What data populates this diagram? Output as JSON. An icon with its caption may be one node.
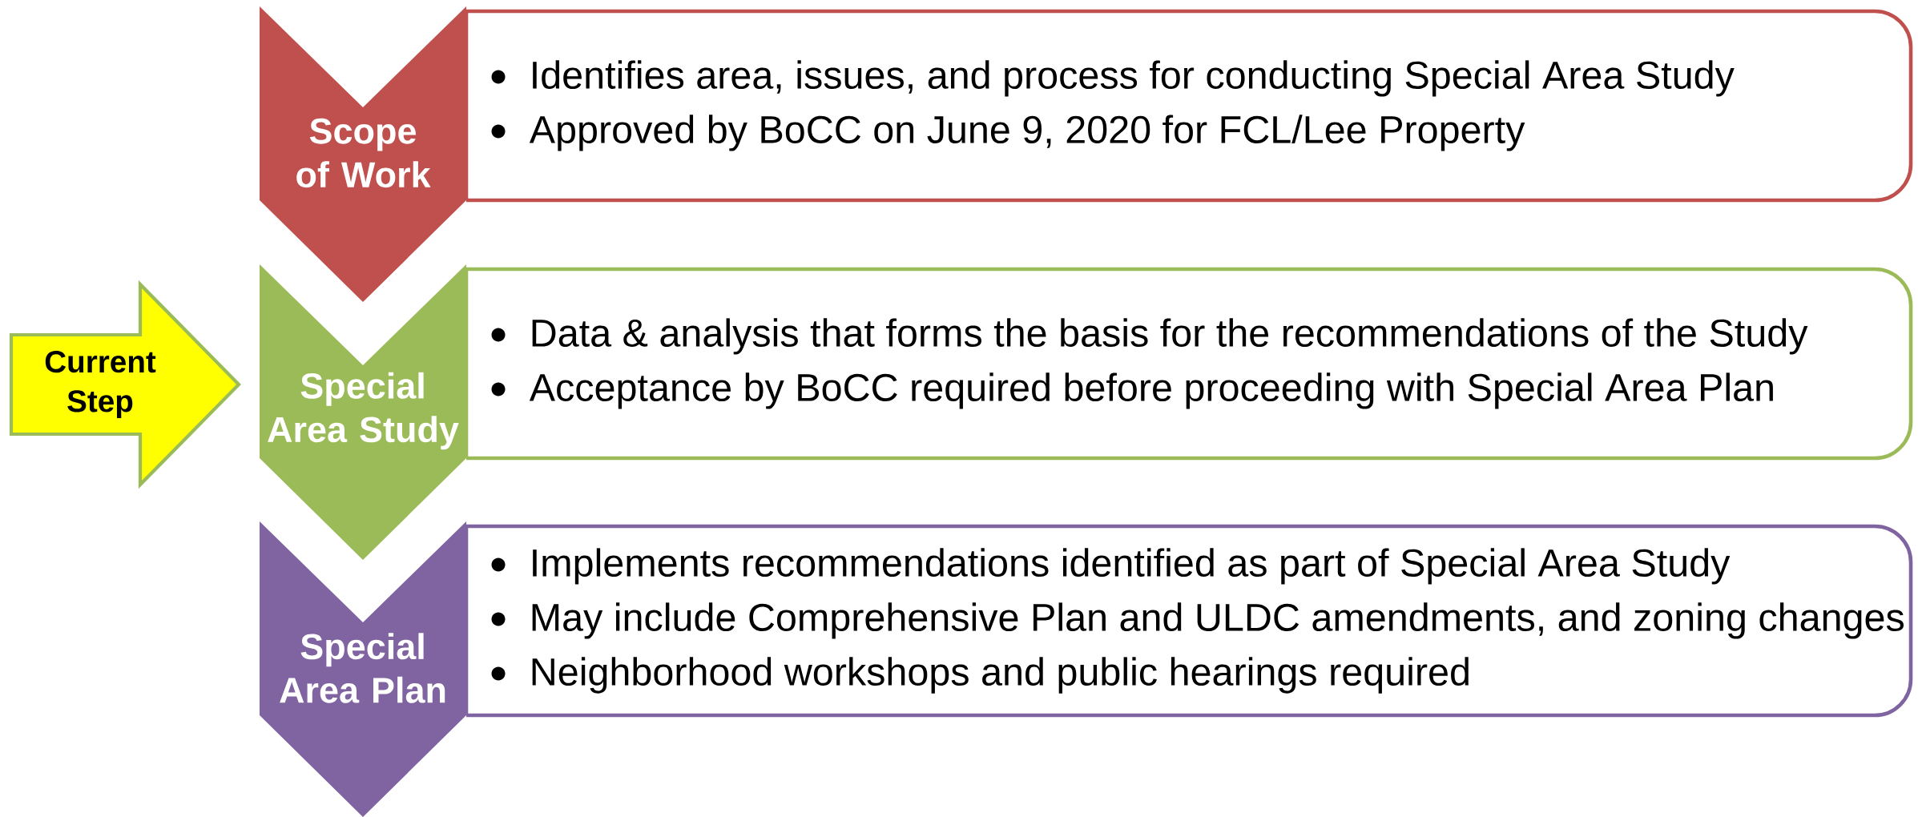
{
  "diagram": {
    "nodes": [
      {
        "text": [
          "Scope of Work"
        ]
      },
      {
        "text": [
          "Identifies area, issues, and process for conducting Special Area Study",
          "Approved by BoCC on June 9, 2020 for FCL/Lee Property"
        ]
      },
      {
        "text": [
          "Current Step"
        ]
      },
      {
        "text": [
          "Special Area Study"
        ]
      },
      {
        "text": [
          "Data & analysis that forms the basis for the recommendations of the Study",
          "Acceptance by BoCC required before proceeding with Special Area Plan"
        ]
      },
      {
        "text": [
          "Special Area Plan"
        ]
      },
      {
        "text": [
          "Implements recommendations identified as part of Special Area Study",
          "May include Comprehensive Plan and ULDC amendments, and zoning changes",
          "Neighborhood workshops and public hearings required"
        ]
      }
    ]
  }
}
